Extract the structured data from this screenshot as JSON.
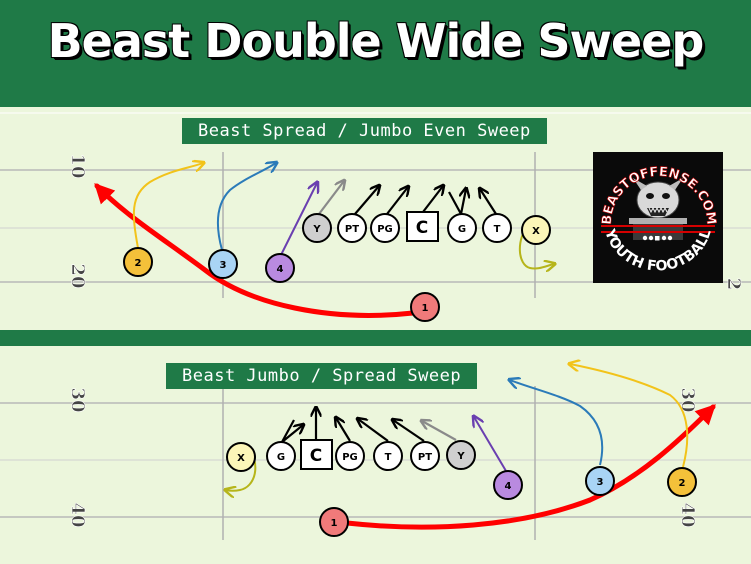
{
  "title": "Beast Double Wide Sweep",
  "plays": [
    {
      "label": "Beast Spread / Jumbo Even Sweep"
    },
    {
      "label": "Beast Jumbo / Spread Sweep"
    }
  ],
  "yard_numbers": {
    "top_10": "10",
    "top_20": "20",
    "top_20_right": "2",
    "bottom_30": "30",
    "bottom_40": "40",
    "bottom_30_right": "30",
    "bottom_40_right": "40"
  },
  "logo": {
    "top_text": "BEASTOFFENSE.COM",
    "bottom_text": "YOUTH FOOTBALL"
  },
  "colors": {
    "field_green": "#1f7a47",
    "field_bg": "#ecf6dc",
    "player1_red": "#f07a7a",
    "player2_orange": "#f4c13a",
    "player3_blue": "#a9d4f5",
    "player4_purple": "#b98ae0",
    "player_x": "#fcf6b8",
    "player_y": "#cfcfcf",
    "route_red": "#ff0000",
    "route_gold": "#f2c31a",
    "route_blue": "#2b7bb9",
    "route_purple": "#6a3fb0",
    "route_olive": "#b6b51a",
    "route_gray": "#8a8a8a"
  },
  "play1_players": {
    "y": "Y",
    "pt": "PT",
    "pg": "PG",
    "c": "C",
    "g": "G",
    "t": "T",
    "x": "X",
    "p1": "1",
    "p2": "2",
    "p3": "3",
    "p4": "4"
  },
  "play2_players": {
    "x": "X",
    "g": "G",
    "c": "C",
    "pg": "PG",
    "t": "T",
    "pt": "PT",
    "y": "Y",
    "p1": "1",
    "p2": "2",
    "p3": "3",
    "p4": "4"
  }
}
